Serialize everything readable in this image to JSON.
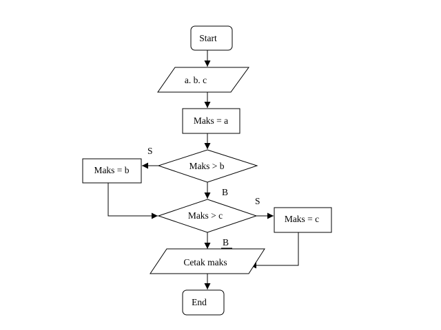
{
  "diagram": {
    "nodes": {
      "start": "Start",
      "input": "a. b. c",
      "assign_a": "Maks = a",
      "cond_b": "Maks > b",
      "assign_b": "Maks = b",
      "cond_c": "Maks > c",
      "assign_c": "Maks = c",
      "output": "Cetak maks",
      "end": "End"
    },
    "edge_labels": {
      "cond_b_yes": "S",
      "cond_b_no": "B",
      "cond_c_yes": "S",
      "cond_c_no": "B"
    }
  }
}
